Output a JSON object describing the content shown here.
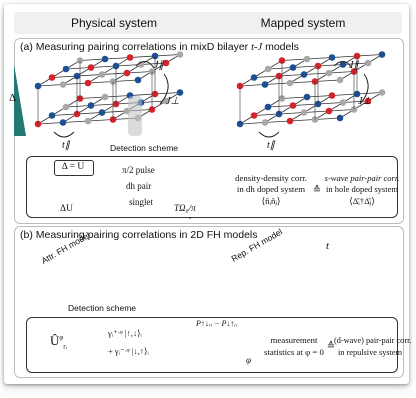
{
  "header": {
    "left": "Physical system",
    "right": "Mapped system"
  },
  "panel_a": {
    "title_prefix": "(a) Measuring pairing correlations in mixD bilayer ",
    "title_model": "t-J",
    "title_suffix": " models",
    "label_Jpar": "J∥",
    "label_Jperp": "J⊥",
    "label_Jpar_right": "J∥",
    "label_Jperp_right": "J⊥",
    "label_tpar": "t∥",
    "label_tpar_right": "t∥",
    "label_delta": "Δ",
    "detection": "Detection scheme",
    "box_eq": "Δ = U",
    "delta_u": "ΔU",
    "pulse": "π/2 pulse",
    "dh_pair": "dh pair",
    "singlet": "singlet",
    "t_axis": "TΩ₀/π",
    "dd_line1": "density-density corr.",
    "dd_line2": "in dh doped system",
    "dd_formula": "⟨n̂ᵢn̂ⱼ⟩",
    "equiv": "≙",
    "sw_line1": "s-wave pair-pair corr.",
    "sw_line2": "in hole doped system",
    "sw_formula": "⟨Δ̂ᵢ†Δ̂ⱼ⟩"
  },
  "panel_b": {
    "title": "(b) Measuring pairing correlations in 2D FH models",
    "attr_label": "Attr. FH model",
    "rep_label": "Rep. FH model",
    "t_label": "t",
    "detection": "Detection scheme",
    "gate": "Û",
    "gate_sup": "φ",
    "gate_sub": "rᵢ",
    "ket1": "γᵢ⁺ᐧᵠ |↑,↓⟩ᵢ",
    "ket2": "+ γᵢ⁻ᐧᵠ |↓,↑⟩ᵢ",
    "prob": "P↑↓ᵣᵢ − P↓↑ᵣᵢ",
    "phi": "φ",
    "meas_line1": "measurement",
    "meas_line2": "statistics at φ = 0",
    "equiv": "≙",
    "dw_line1": "(d-wave) pair-pair corr.",
    "dw_line2": "in repulsive system"
  },
  "colors": {
    "red": "#d4232a",
    "blue": "#1d4f91",
    "gray": "#a8a8a8",
    "teal": "#1e7a72"
  }
}
